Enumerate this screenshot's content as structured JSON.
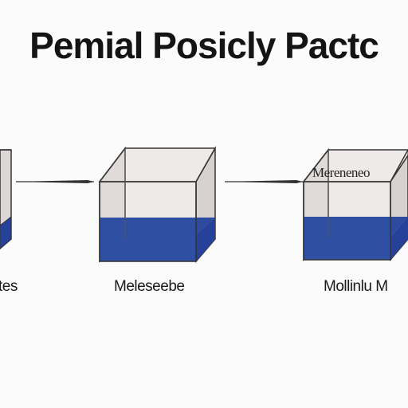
{
  "title": "Pemial Posicly Pactc",
  "boxes": [
    {
      "label": "tes",
      "box_label": "",
      "liquid_color": "#2f4fa3"
    },
    {
      "label": "Meleseebe",
      "box_label": "",
      "liquid_color": "#2f4fa3"
    },
    {
      "label": "Mollinlu M",
      "box_label": "Mereneneo",
      "liquid_color": "#2f4fa3"
    }
  ],
  "colors": {
    "glass_face": "#e9e5e2",
    "glass_side": "#dcd7d4",
    "edge": "#333333",
    "liquid_front": "#2f4fa3",
    "liquid_side": "#26419a",
    "liquid_top": "#2c4ba0",
    "arrow": "#333333"
  }
}
